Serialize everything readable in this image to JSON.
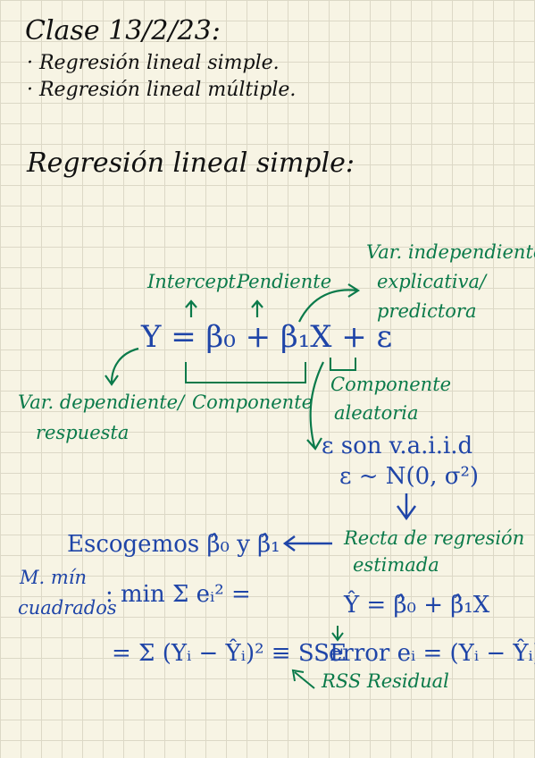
{
  "header": {
    "title": "Clase 13/2/23:",
    "bullets": [
      "· Regresión lineal simple.",
      "· Regresión lineal múltiple."
    ]
  },
  "section_title": "Regresión lineal simple:",
  "labels": {
    "intercept": "Intercept.",
    "slope": "Pendiente",
    "indep_1": "Var. independiente/",
    "indep_2": "explicativa/",
    "indep_3": "predictora",
    "dep_1": "Var. dependiente/",
    "dep_2": "respuesta",
    "component": "Componente",
    "random_1": "Componente",
    "random_2": "aleatoria"
  },
  "model": {
    "equation": "Y = β₀ + β₁X + ε",
    "iid": "ε son v.a.i.i.d",
    "dist": "ε ~ N(0, σ²)"
  },
  "estimation": {
    "choose": "Escogemos β̂₀ y β̂₁",
    "line_1": "Recta de regresión",
    "line_2": "estimada",
    "fitted": "Ŷ = β̂₀ + β̂₁X",
    "method_1": "M. mín",
    "method_2": "cuadrados",
    "min_expr": ": min Σ eᵢ² =",
    "sse_expr": "= Σ (Yᵢ − Ŷᵢ)² ≡ SSE",
    "error": "error eᵢ = (Yᵢ − Ŷᵢ)",
    "rss": "RSS Residual"
  },
  "colors": {
    "black": "#111111",
    "green": "#0a7a4a",
    "blue": "#1f45a8",
    "paper": "#f7f4e4"
  }
}
